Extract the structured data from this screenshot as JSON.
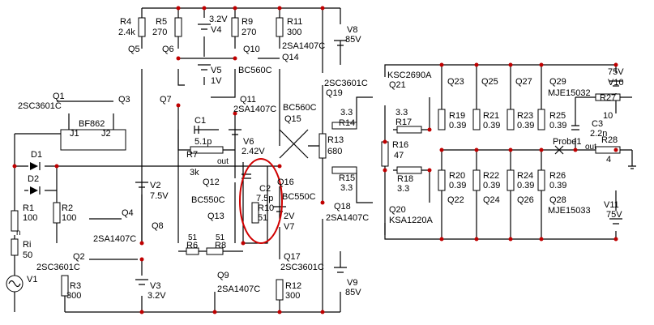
{
  "components": {
    "R4": {
      "name": "R4",
      "value": "2.4k"
    },
    "R5": {
      "name": "R5",
      "value": "270"
    },
    "V4": {
      "name": "V4",
      "value": "3.2V"
    },
    "R9": {
      "name": "R9",
      "value": "270"
    },
    "R11": {
      "name": "R11",
      "value": "300"
    },
    "V8": {
      "name": "V8",
      "value": "85V"
    },
    "Q5": {
      "name": "Q5"
    },
    "Q6": {
      "name": "Q6"
    },
    "Q10": {
      "name": "Q10",
      "part": "2SA1407C"
    },
    "Q14": {
      "name": "Q14"
    },
    "V5": {
      "name": "V5",
      "value": "1V"
    },
    "BC560C_a": {
      "part": "BC560C"
    },
    "Q1": {
      "name": "Q1",
      "part": "2SC3601C"
    },
    "Q3": {
      "name": "Q3"
    },
    "BF862": {
      "part": "BF862"
    },
    "J1": {
      "name": "J1"
    },
    "J2": {
      "name": "J2"
    },
    "Q7": {
      "name": "Q7"
    },
    "Q11": {
      "name": "Q11",
      "part": "2SA1407C"
    },
    "C1": {
      "name": "C1",
      "value": "5.1p"
    },
    "Q15": {
      "name": "Q15",
      "part": "BC560C"
    },
    "Q19": {
      "name": "Q19",
      "part": "2SC3601C"
    },
    "V6": {
      "name": "V6",
      "value": "2.42V"
    },
    "R7": {
      "name": "R7",
      "value": "3k"
    },
    "out1": {
      "label": "out"
    },
    "D1": {
      "name": "D1"
    },
    "D2": {
      "name": "D2"
    },
    "R1": {
      "name": "R1",
      "value": "100"
    },
    "R2": {
      "name": "R2",
      "value": "100"
    },
    "n": {
      "label": "n"
    },
    "Ri": {
      "name": "Ri",
      "value": "50"
    },
    "V1": {
      "name": "V1"
    },
    "V2": {
      "name": "V2",
      "value": "7.5V"
    },
    "Q12": {
      "name": "Q12",
      "part": "BC550C"
    },
    "C2": {
      "name": "C2",
      "value": "7.5p"
    },
    "R10": {
      "name": "R10",
      "value": "51"
    },
    "Q16": {
      "name": "Q16",
      "part": "BC550C"
    },
    "V7": {
      "name": "V7",
      "value": "2V"
    },
    "Q4": {
      "name": "Q4",
      "part": "2SA1407C"
    },
    "Q8": {
      "name": "Q8"
    },
    "Q13": {
      "name": "Q13"
    },
    "R6": {
      "name": "R6",
      "value": "51"
    },
    "R8": {
      "name": "R8",
      "value": "51"
    },
    "Q18": {
      "name": "Q18",
      "part": "2SA1407C"
    },
    "Q2": {
      "name": "Q2",
      "part": "2SC3601C"
    },
    "R3": {
      "name": "R3",
      "value": "300"
    },
    "V3": {
      "name": "V3",
      "value": "3.2V"
    },
    "Q9": {
      "name": "Q9",
      "part": "2SA1407C"
    },
    "Q17": {
      "name": "Q17",
      "part": "2SC3601C"
    },
    "R12": {
      "name": "R12",
      "value": "300"
    },
    "V9": {
      "name": "V9",
      "value": "85V"
    },
    "R13": {
      "name": "R13",
      "value": "680"
    },
    "R14": {
      "name": "R14",
      "value": "3.3"
    },
    "R15": {
      "name": "R15",
      "value": "3.3"
    },
    "R16": {
      "name": "R16",
      "value": "47"
    },
    "R17": {
      "name": "R17",
      "value": "3.3"
    },
    "R18": {
      "name": "R18",
      "value": "3.3"
    },
    "Q21": {
      "name": "Q21",
      "part": "KSC2690A"
    },
    "Q20": {
      "name": "Q20",
      "part": "KSA1220A"
    },
    "Q23": {
      "name": "Q23"
    },
    "Q25": {
      "name": "Q25"
    },
    "Q27": {
      "name": "Q27"
    },
    "Q29": {
      "name": "Q29",
      "part": "MJE15032"
    },
    "R19": {
      "name": "R19",
      "value": "0.39"
    },
    "R21": {
      "name": "R21",
      "value": "0.39"
    },
    "R23": {
      "name": "R23",
      "value": "0.39"
    },
    "R25": {
      "name": "R25",
      "value": "0.39"
    },
    "R20": {
      "name": "R20",
      "value": "0.39"
    },
    "R22": {
      "name": "R22",
      "value": "0.39"
    },
    "R24": {
      "name": "R24",
      "value": "0.39"
    },
    "R26": {
      "name": "R26",
      "value": "0.39"
    },
    "Q22": {
      "name": "Q22"
    },
    "Q24": {
      "name": "Q24"
    },
    "Q26": {
      "name": "Q26"
    },
    "Q28": {
      "name": "Q28",
      "part": "MJE15033"
    },
    "V10": {
      "name": "V10",
      "value": "75V"
    },
    "V11": {
      "name": "V11",
      "value": "75V"
    },
    "R27": {
      "name": "R27",
      "value": "10"
    },
    "C3": {
      "name": "C3",
      "value": "2.2n"
    },
    "R28": {
      "name": "R28",
      "value": "4"
    },
    "Probe1": {
      "name": "Probe1"
    },
    "out2": {
      "label": "out"
    }
  }
}
